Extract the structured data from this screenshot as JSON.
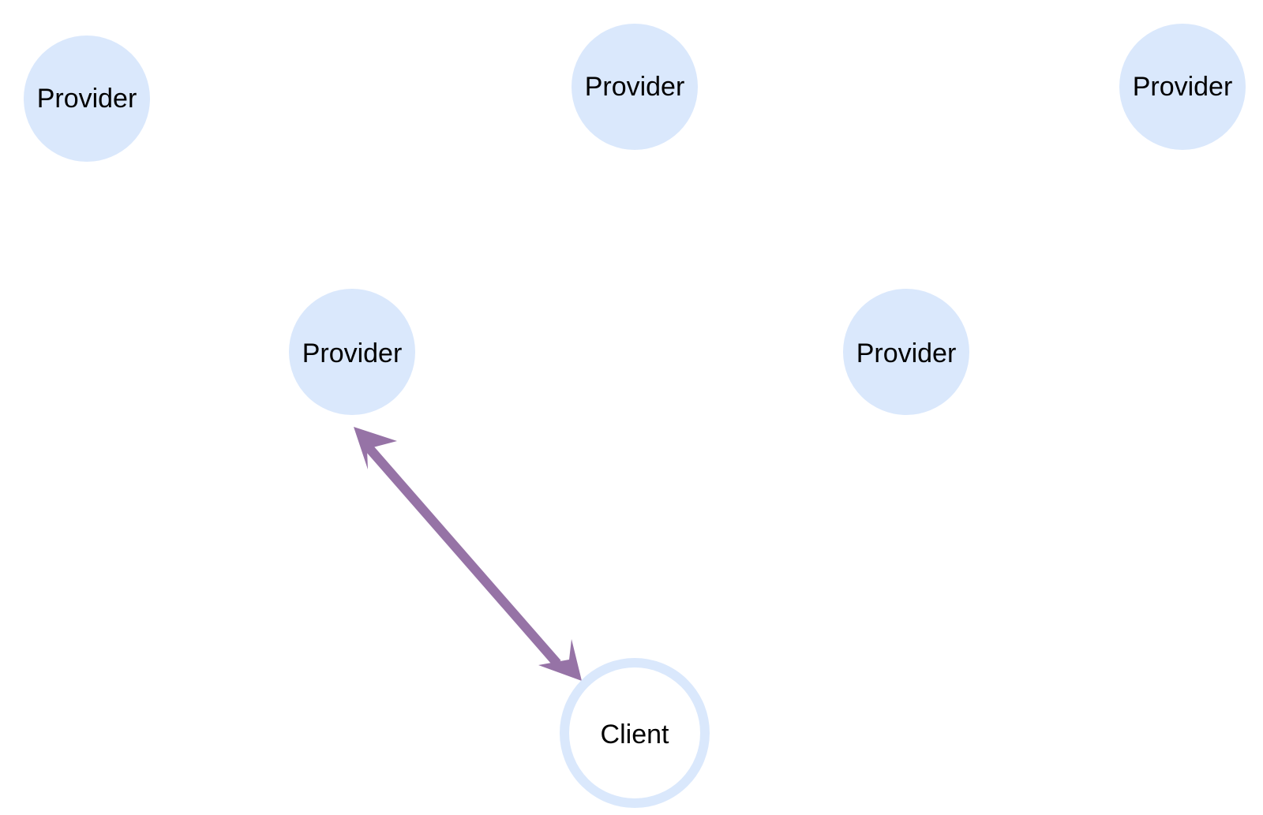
{
  "colors": {
    "node_fill": "#dae8fc",
    "client_fill": "#ffffff",
    "client_stroke": "#dae8fc",
    "edge": "#9673a6",
    "text": "#000000"
  },
  "nodes": {
    "provider_1": {
      "label": "Provider"
    },
    "provider_2": {
      "label": "Provider"
    },
    "provider_3": {
      "label": "Provider"
    },
    "provider_4": {
      "label": "Provider"
    },
    "provider_5": {
      "label": "Provider"
    },
    "client": {
      "label": "Client"
    }
  },
  "edges": [
    {
      "from": "client",
      "to": "provider_4",
      "direction": "both"
    }
  ]
}
